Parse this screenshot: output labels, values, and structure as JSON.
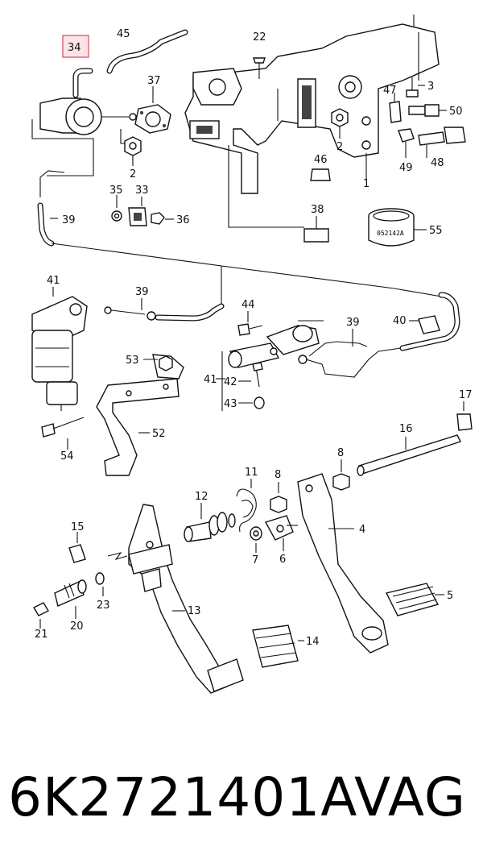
{
  "highlight_color": "#e06a78",
  "highlighted_callout": "34",
  "callouts": {
    "c34": "34",
    "c45": "45",
    "c22": "22",
    "c37": "37",
    "c3": "3",
    "c47": "47",
    "c50": "50",
    "c2a": "2",
    "c2b": "2",
    "c1": "1",
    "c46": "46",
    "c49": "49",
    "c48": "48",
    "c35": "35",
    "c33": "33",
    "c36": "36",
    "c39a": "39",
    "c38": "38",
    "c55": "55",
    "c41a": "41",
    "c39b": "39",
    "c44": "44",
    "c39c": "39",
    "c40": "40",
    "c53": "53",
    "c41b": "41",
    "c42": "42",
    "c43": "43",
    "c52": "52",
    "c54": "54",
    "c17": "17",
    "c16": "16",
    "c8a": "8",
    "c11": "11",
    "c8b": "8",
    "c12": "12",
    "c4": "4",
    "c15": "15",
    "c7": "7",
    "c6": "6",
    "c5": "5",
    "c13": "13",
    "c23": "23",
    "c20": "20",
    "c21": "21",
    "c14": "14"
  },
  "part_marking": "052142A",
  "caption": {
    "part_number": "6K2721401A",
    "brand": "VAG"
  }
}
